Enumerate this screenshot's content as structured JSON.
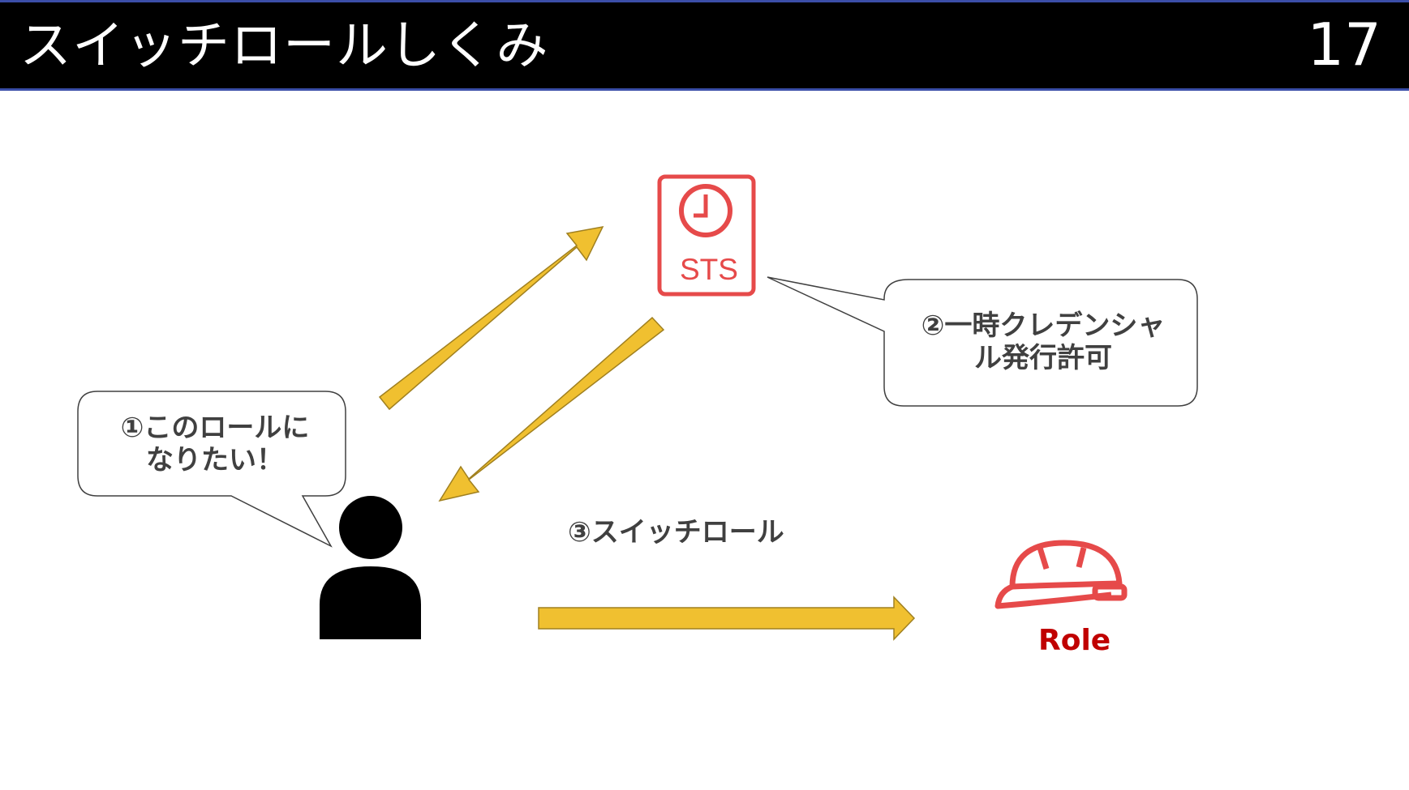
{
  "header": {
    "title": "スイッチロールしくみ",
    "page_number": "17"
  },
  "diagram": {
    "sts": {
      "label": "STS",
      "icon": "clock-document-icon"
    },
    "role": {
      "label": "Role",
      "icon": "hard-hat-icon"
    },
    "user": {
      "icon": "person-icon"
    },
    "bubble_user": {
      "line1": "①このロールに",
      "line2": "なりたい！"
    },
    "bubble_sts": {
      "line1": "②一時クレデンシャ",
      "line2": "ル発行許可"
    },
    "step3_label": "③スイッチロール",
    "colors": {
      "arrow": "#f0c030",
      "arrow_border": "#a08020",
      "aws_red": "#e64a4a",
      "role_text": "#c00000",
      "bubble_border": "#404040"
    }
  }
}
